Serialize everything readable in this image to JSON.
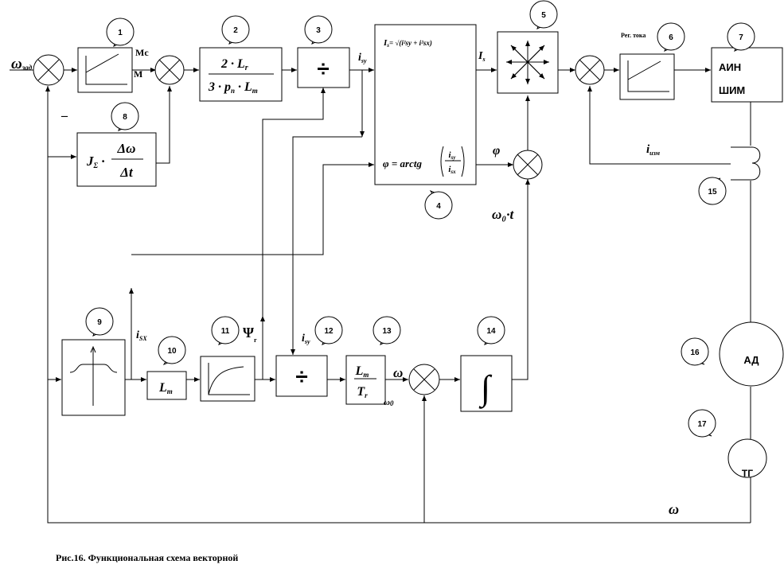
{
  "labels": {
    "omega_in_main": "ω",
    "omega_in_sub": "зад",
    "minus": "–",
    "mc": "Mc",
    "m": "M",
    "isy_a": "i",
    "isy_a_sub": "sy",
    "is_out": "I",
    "is_out_sub": "s",
    "phi": "φ",
    "omega0t": "ω₀·t",
    "reg_toka": "Рег. тока",
    "iism": "i",
    "iism_sub": "изм",
    "isx": "i",
    "isx_sub": "SX",
    "psi": "Ψ",
    "psi_sub": "r",
    "isy_b": "i",
    "isy_b_sub": "sy",
    "omega_sum": "ω",
    "omega0": "ω",
    "omega0_sub": "0",
    "omega_fb": "ω"
  },
  "blocks": {
    "b2_num": "2 · L",
    "b2_num_sub": "r",
    "b2_den": "3 · p",
    "b2_den_sub": "п",
    "b2_den_b": " · L",
    "b2_den_b_sub": "m",
    "b4_mag": "I",
    "b4_mag_sub": "s",
    "b4_mag_rhs": "= √(i²sy + i²sx)",
    "b4_phi": "φ = arctg",
    "b4_phi_num": "i",
    "b4_phi_num_sub": "sy",
    "b4_phi_den": "i",
    "b4_phi_den_sub": "sx",
    "b7_line1": "АИН",
    "b7_line2": "ШИМ",
    "b8_j": "J",
    "b8_j_sub": "Σ",
    "b8_num": "Δω",
    "b8_den": "Δt",
    "b10": "L",
    "b10_sub": "m",
    "b13_num": "L",
    "b13_num_sub": "m",
    "b13_den": "T",
    "b13_den_sub": "r",
    "b14": "∫",
    "b16": "АД",
    "b17": "ТГ",
    "divide": "÷"
  },
  "callouts": [
    "1",
    "2",
    "3",
    "4",
    "5",
    "6",
    "7",
    "8",
    "9",
    "10",
    "11",
    "12",
    "13",
    "14",
    "15",
    "16",
    "17"
  ],
  "caption": "Рис.16. Функциональная схема векторной"
}
